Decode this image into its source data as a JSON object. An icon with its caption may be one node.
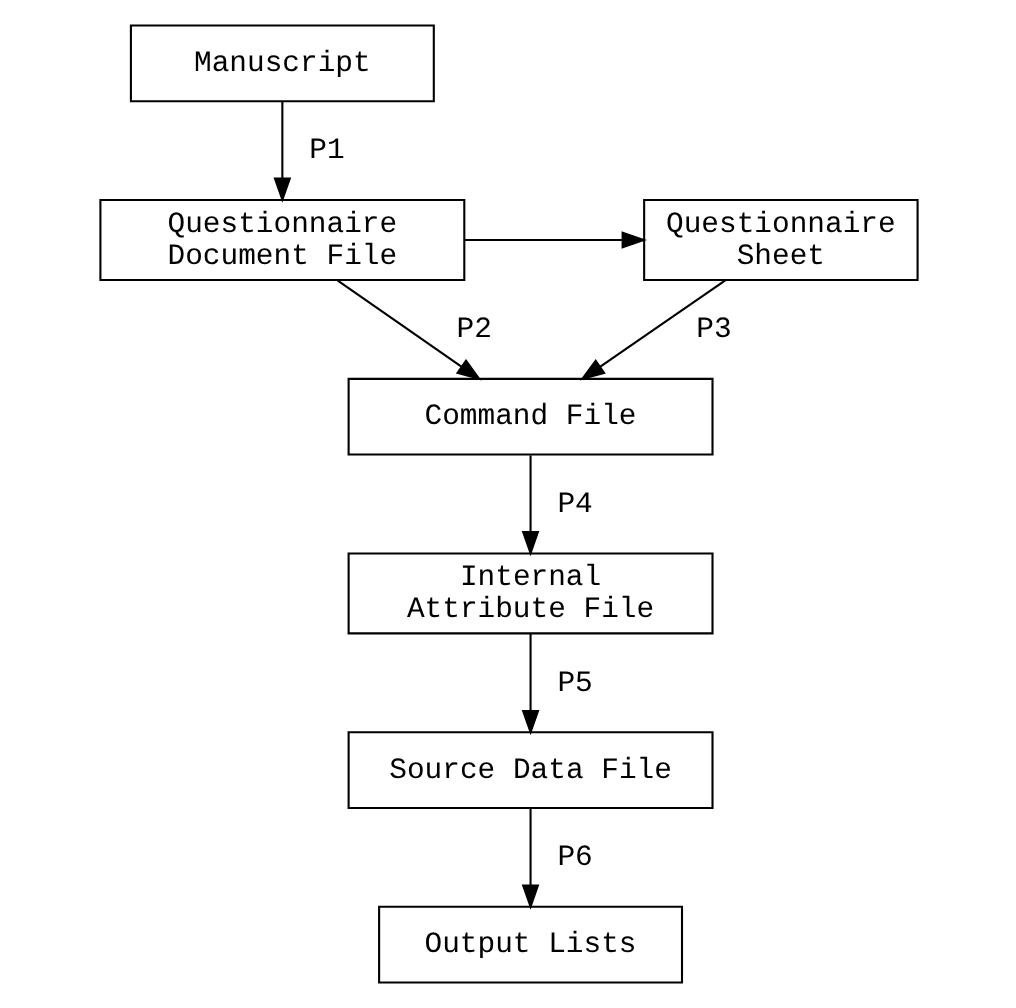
{
  "diagram": {
    "nodes": [
      {
        "text": [
          "Manuscript"
        ]
      },
      {
        "text": [
          "Questionnaire Document File"
        ]
      },
      {
        "text": [
          "Questionnaire Sheet"
        ]
      },
      {
        "text": [
          "Command File"
        ]
      },
      {
        "text": [
          "Internal Attribute File"
        ]
      },
      {
        "text": [
          "Source Data File"
        ]
      },
      {
        "text": [
          "Output Lists"
        ]
      }
    ],
    "edges": [
      {
        "from": 0,
        "to": 1,
        "arrow": "to",
        "label": "P1"
      },
      {
        "from": 1,
        "to": 2,
        "arrow": "to"
      },
      {
        "from": 1,
        "to": 3,
        "arrow": "to",
        "label": "P2"
      },
      {
        "from": 2,
        "to": 3,
        "arrow": "to",
        "label": "P3"
      },
      {
        "from": 3,
        "to": 4,
        "arrow": "to",
        "label": "P4"
      },
      {
        "from": 4,
        "to": 5,
        "arrow": "to",
        "label": "P5"
      },
      {
        "from": 5,
        "to": 6,
        "arrow": "to",
        "label": "P6"
      }
    ]
  }
}
